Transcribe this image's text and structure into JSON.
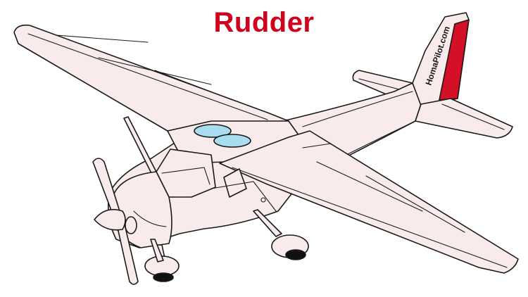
{
  "title": "Rudder",
  "watermark": "HomaPilot.com",
  "colors": {
    "title": "#d0021b",
    "highlight": "#d50f25",
    "body_fill": "#f9ebeb",
    "window_fill": "#a9dcef",
    "tire_fill": "#111111",
    "outline": "#1a1a1a"
  },
  "highlighted_part": "rudder",
  "icons": [
    "airplane-illustration"
  ]
}
